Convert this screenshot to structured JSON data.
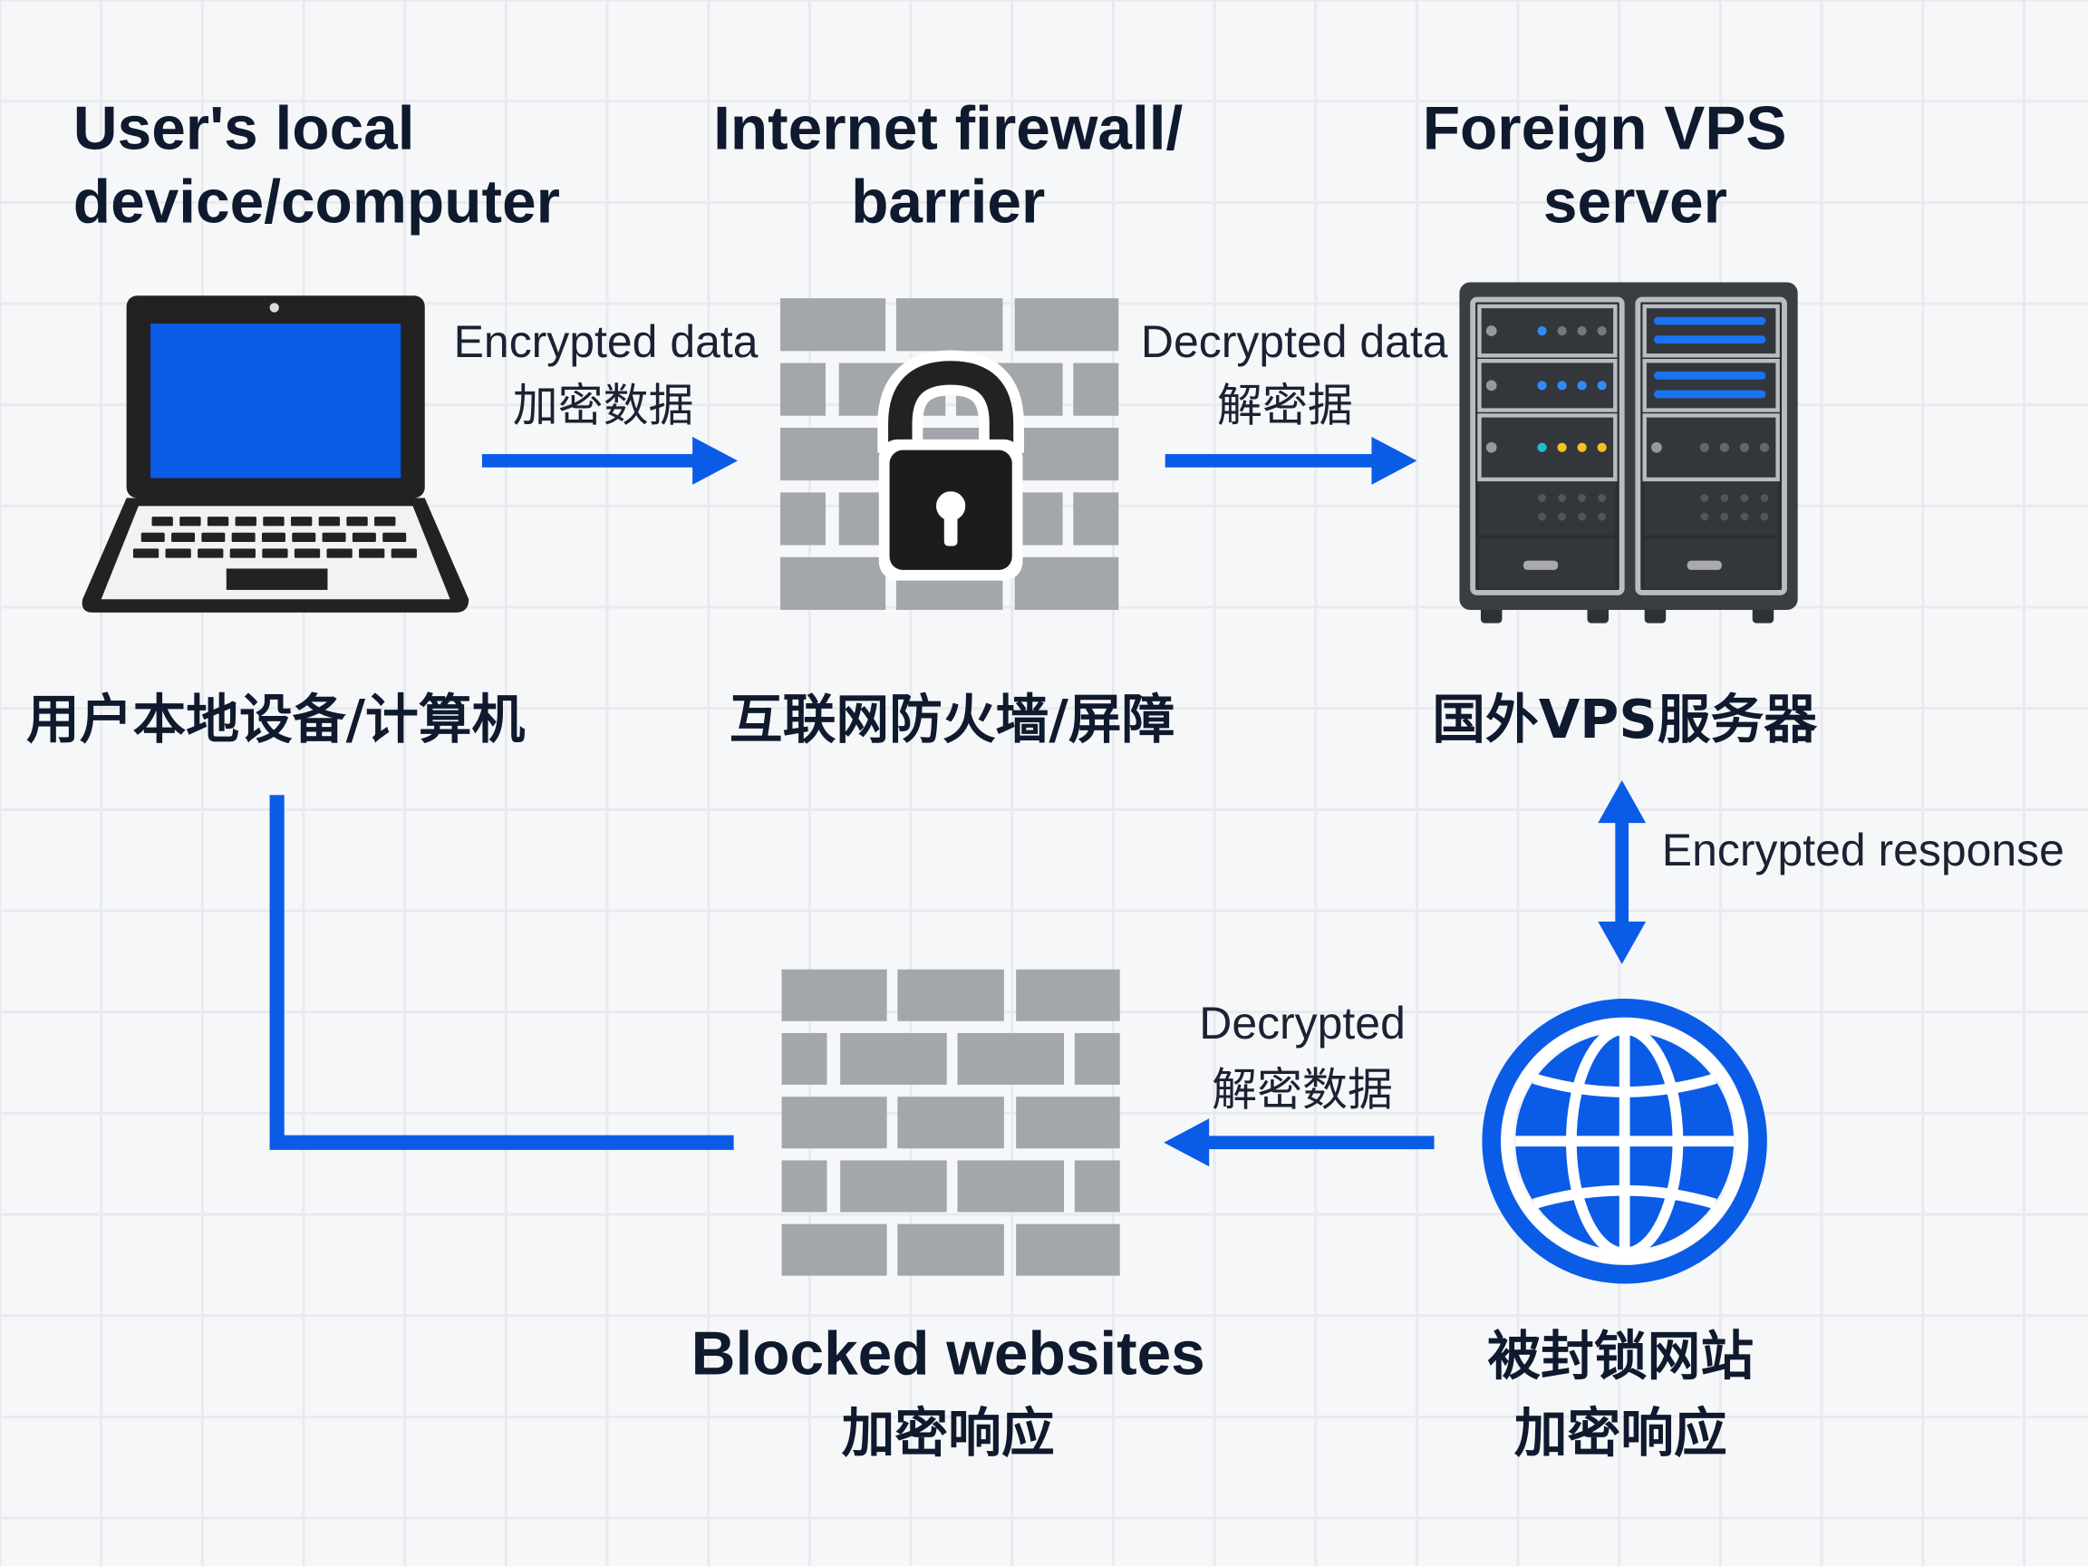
{
  "colors": {
    "accent": "#0a5ce6",
    "brick": "#a3a6ab",
    "dark": "#2e3136",
    "background": "#f6f7f9"
  },
  "nodes": {
    "local": {
      "title": [
        "User's local",
        "device/computer"
      ],
      "label_cn": "用户本地设备/计算机",
      "icon": "laptop-icon"
    },
    "firewall": {
      "title": [
        "Internet firewall/",
        "barrier"
      ],
      "label_cn": "互联网防火墙/屏障",
      "icon": "brick-wall-lock-icon"
    },
    "vps": {
      "title": [
        "Foreign VPS",
        "server"
      ],
      "label_cn": "国外VPS服务器",
      "icon": "server-rack-icon"
    },
    "blocked": {
      "title": "Blocked websites",
      "label_cn": "加密响应",
      "icon": "brick-wall-icon"
    },
    "web": {
      "label_cn": [
        "被封锁网站",
        "加密响应"
      ],
      "icon": "globe-icon"
    }
  },
  "edges": {
    "local_to_firewall": {
      "label": "Encrypted data",
      "label_cn": "加密数据"
    },
    "firewall_to_vps": {
      "label": "Decrypted data",
      "label_cn": "解密据"
    },
    "vps_web": {
      "label": "Encrypted response"
    },
    "web_to_blocked": {
      "label": "Decrypted",
      "label_cn": "解密数据"
    }
  }
}
